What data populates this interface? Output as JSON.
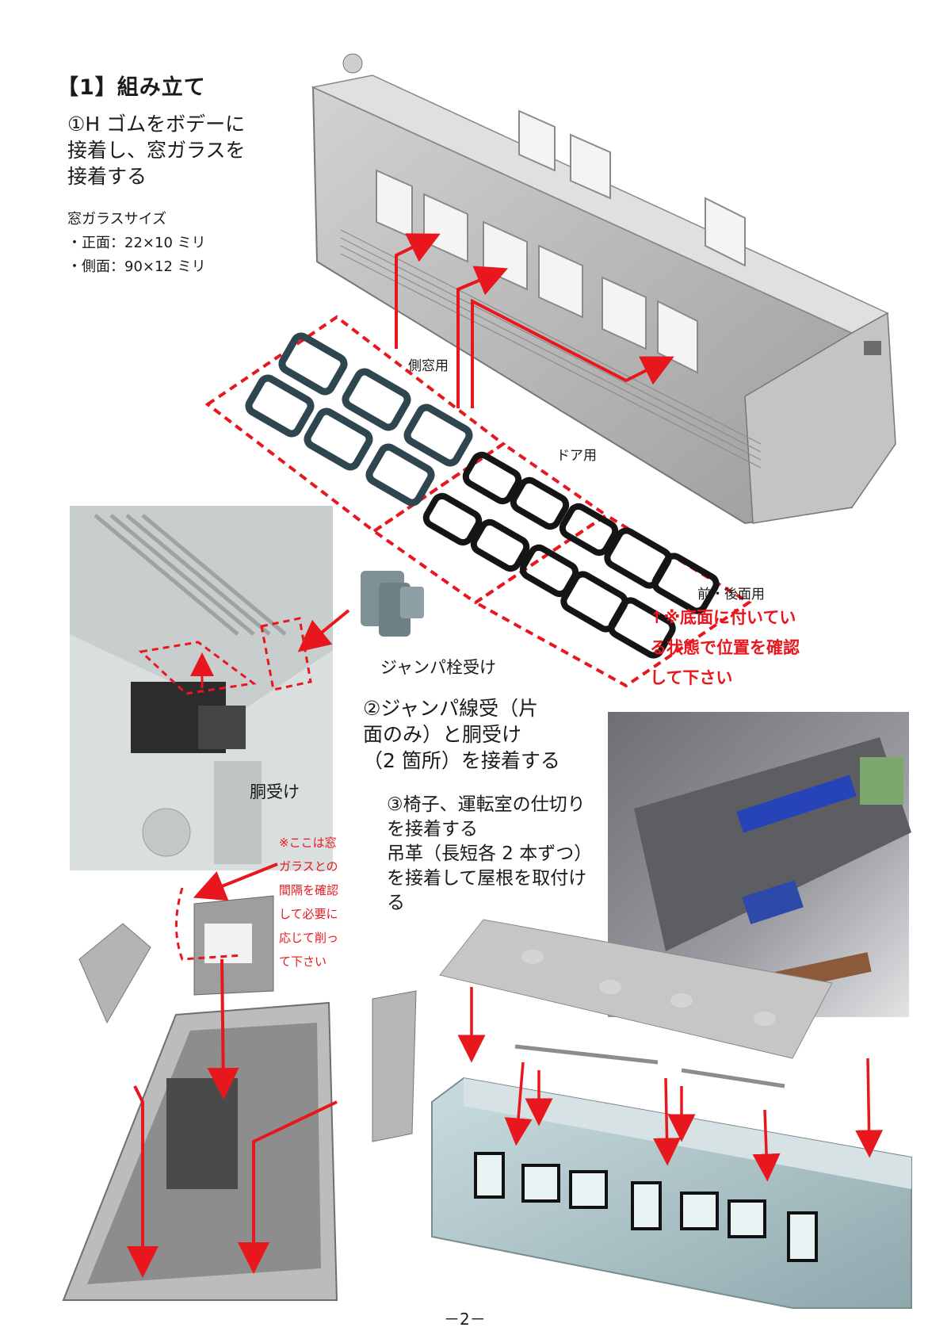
{
  "section_title": "【1】組み立て",
  "step1": "①H ゴムをボデーに\n接着し、窓ガラスを\n接着する",
  "glass_sizes": {
    "heading": "窓ガラスサイズ",
    "front": "・正面：22×10 ミリ",
    "side": "・側面：90×12 ミリ"
  },
  "labels": {
    "side_window": "側窓用",
    "door": "ドア用",
    "front_rear": "前・後面用",
    "jumper_plug": "ジャンパ栓受け",
    "body_support": "胴受け"
  },
  "note_bottom": "↑※底面に付いてい\nる状態で位置を確認\nして下さい",
  "step2": "②ジャンパ線受（片\n面のみ）と胴受け\n（2 箇所）を接着する",
  "step3": "③椅子、運転室の仕切り\nを接着する\n吊革（長短各 2 本ずつ）\nを接着して屋根を取付け\nる",
  "note_window_gap": "※ここは窓\nガラスとの\n間隔を確認\nして必要に\n応じて削っ\nて下さい",
  "page_number": "－2－",
  "colors": {
    "annotation_red": "#e8171e",
    "rubber_dark": "#2f4550",
    "rubber_black": "#151515",
    "model_gray": "#b8b8b8"
  }
}
